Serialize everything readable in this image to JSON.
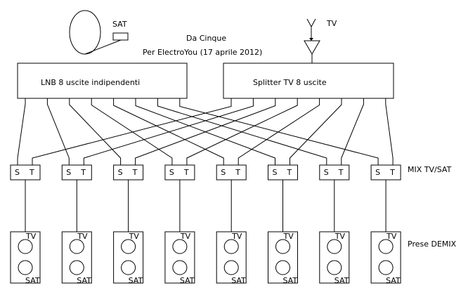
{
  "title": {
    "author": "Da Cinque",
    "subtitle": "Per ElectroYou (17 aprile 2012)"
  },
  "sources": {
    "sat_label": "SAT",
    "tv_label": "TV",
    "lnb_label": "LNB 8 uscite indipendenti",
    "splitter_label": "Splitter TV 8 uscite",
    "outputs_count": 8
  },
  "mixers": {
    "label": "MIX TV/SAT",
    "count": 8,
    "port_s": "S",
    "port_t": "T"
  },
  "outlets": {
    "label": "Prese DEMIX",
    "count": 8,
    "tv_label": "TV",
    "sat_label": "SAT"
  },
  "colors": {
    "line": "#000000",
    "background": "#ffffff"
  }
}
